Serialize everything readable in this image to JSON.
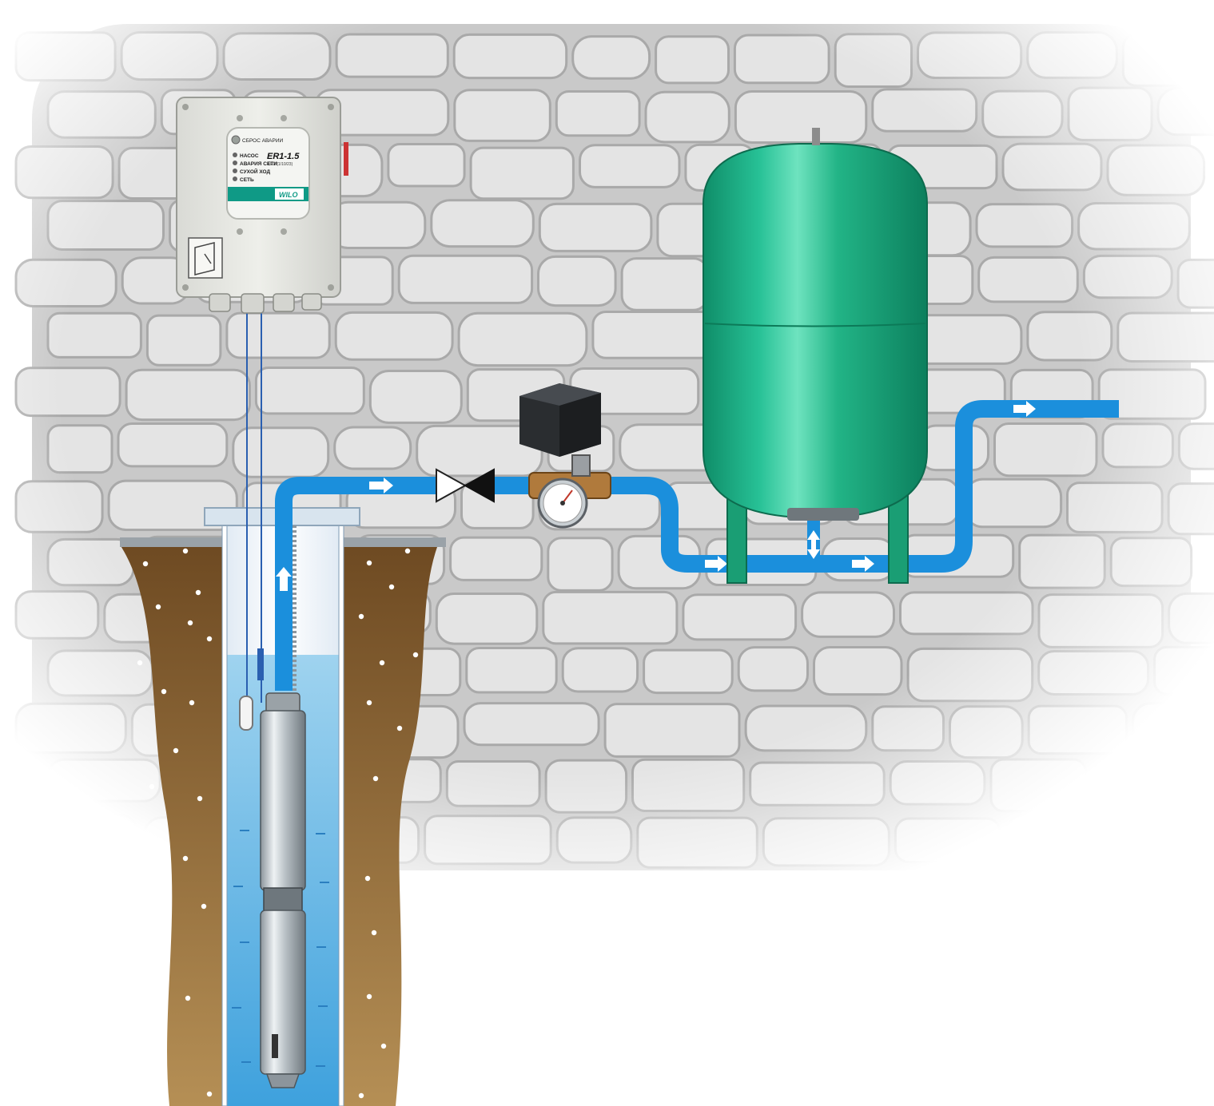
{
  "controller": {
    "reset_label": "СБРОС АВАРИИ",
    "model": "ER1-1.5",
    "model_sub": "4 EX (1/10/23)",
    "indicators": [
      "НАСОС",
      "АВАРИЯ СЕТИ",
      "СУХОЙ ХОД",
      "СЕТЬ"
    ],
    "brand": "WILO"
  },
  "colors": {
    "water_pipe": "#1b8fdc",
    "tank": "#1fae85",
    "soil": "#8a6638",
    "wall": "#cfcfcf",
    "controller_body": "#e6e7e2",
    "brand_green": "#0f9a86"
  },
  "flow_arrows": [
    "up",
    "right",
    "right",
    "right",
    "up-down",
    "right"
  ]
}
